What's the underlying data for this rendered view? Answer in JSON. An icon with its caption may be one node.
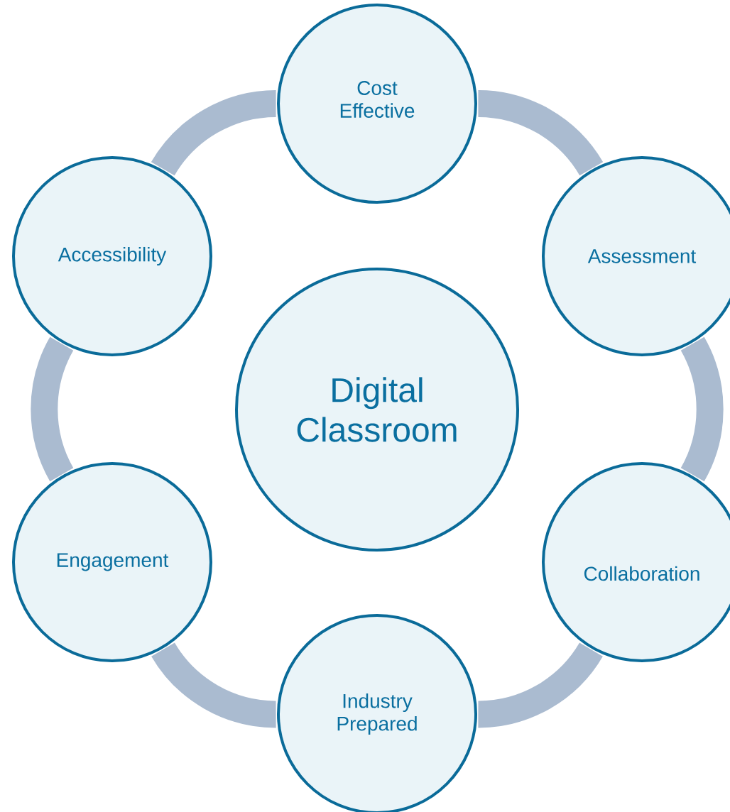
{
  "diagram": {
    "nodes": [
      {
        "text": [
          "Cost Effective"
        ]
      },
      {
        "text": [
          "Accessibility"
        ]
      },
      {
        "text": [
          "Assessment"
        ]
      },
      {
        "text": [
          "Digital Classroom"
        ]
      },
      {
        "text": [
          "Engagement"
        ]
      },
      {
        "text": [
          "Collaboration"
        ]
      },
      {
        "text": [
          "Industry Prepared"
        ]
      }
    ],
    "edges": [
      {
        "from": 0,
        "to": 2,
        "arrow": "none"
      },
      {
        "from": 2,
        "to": 5,
        "arrow": "none"
      },
      {
        "from": 5,
        "to": 6,
        "arrow": "none"
      },
      {
        "from": 6,
        "to": 4,
        "arrow": "none"
      },
      {
        "from": 4,
        "to": 1,
        "arrow": "none"
      },
      {
        "from": 1,
        "to": 0,
        "arrow": "none"
      }
    ]
  }
}
